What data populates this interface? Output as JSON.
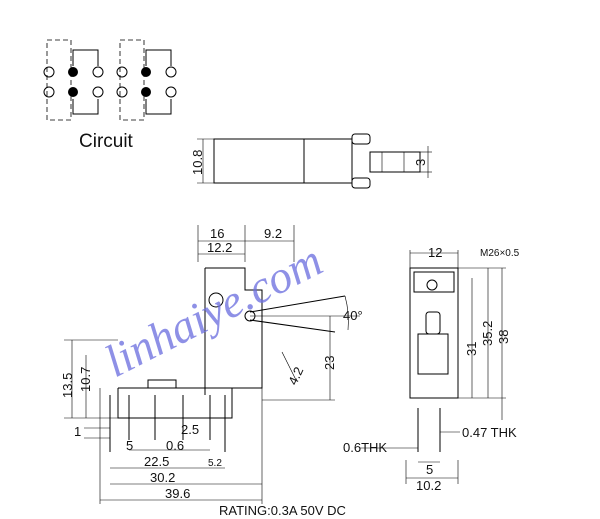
{
  "circuit": {
    "label": "Circuit"
  },
  "watermark": {
    "text": "linhaiye.com",
    "color": "#6f72e0"
  },
  "rating": {
    "text": "RATING:0.3A 50V DC"
  },
  "dims": {
    "side_height": "10.8",
    "shaft_dia": "3",
    "top_16": "16",
    "top_12_2": "12.2",
    "top_9_2": "9.2",
    "angle": "40°",
    "h_23": "23",
    "h_4_2": "4.2",
    "h_13_5": "13.5",
    "h_10_7": "10.7",
    "b_1": "1",
    "b_2_5": "2.5",
    "b_5": "5",
    "b_0_6": "0.6",
    "b_22_5": "22.5",
    "b_5_2": "5.2",
    "b_30_2": "30.2",
    "b_39_6": "39.6",
    "r_12": "12",
    "r_m26": "M26×0.5",
    "r_31": "31",
    "r_35_2": "35.2",
    "r_38": "38",
    "r_0_6thk": "0.6THK",
    "r_0_47thk": "0.47 THK",
    "r_5": "5",
    "r_10_2": "10.2"
  }
}
